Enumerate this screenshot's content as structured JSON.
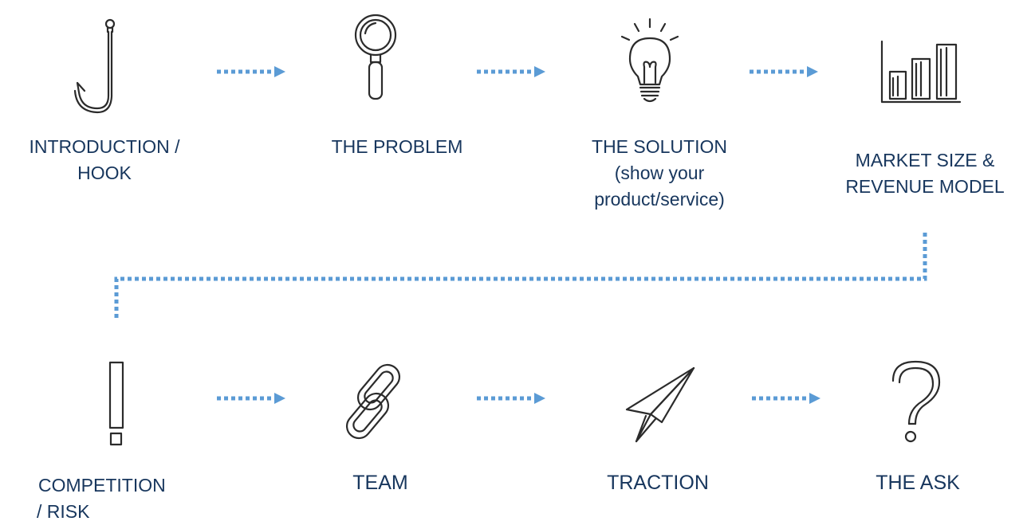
{
  "steps": [
    {
      "id": "introduction",
      "icon": "fishing-hook-icon",
      "lines": [
        "INTRODUCTION /",
        "HOOK"
      ]
    },
    {
      "id": "problem",
      "icon": "magnifying-glass-icon",
      "lines": [
        "THE PROBLEM"
      ]
    },
    {
      "id": "solution",
      "icon": "light-bulb-icon",
      "lines": [
        "THE SOLUTION",
        "(show your",
        "product/service)"
      ]
    },
    {
      "id": "market",
      "icon": "bar-chart-icon",
      "lines": [
        "MARKET SIZE &",
        "REVENUE MODEL"
      ]
    },
    {
      "id": "competition",
      "icon": "exclamation-mark-icon",
      "lines": [
        "COMPETITION",
        "/ RISK"
      ]
    },
    {
      "id": "team",
      "icon": "chain-link-icon",
      "lines": [
        "TEAM"
      ]
    },
    {
      "id": "traction",
      "icon": "paper-plane-icon",
      "lines": [
        "TRACTION"
      ]
    },
    {
      "id": "ask",
      "icon": "question-mark-icon",
      "lines": [
        "THE ASK"
      ]
    }
  ],
  "colors": {
    "arrow": "#5b9bd5",
    "text": "#17365d",
    "icon": "#2b2b2b"
  }
}
